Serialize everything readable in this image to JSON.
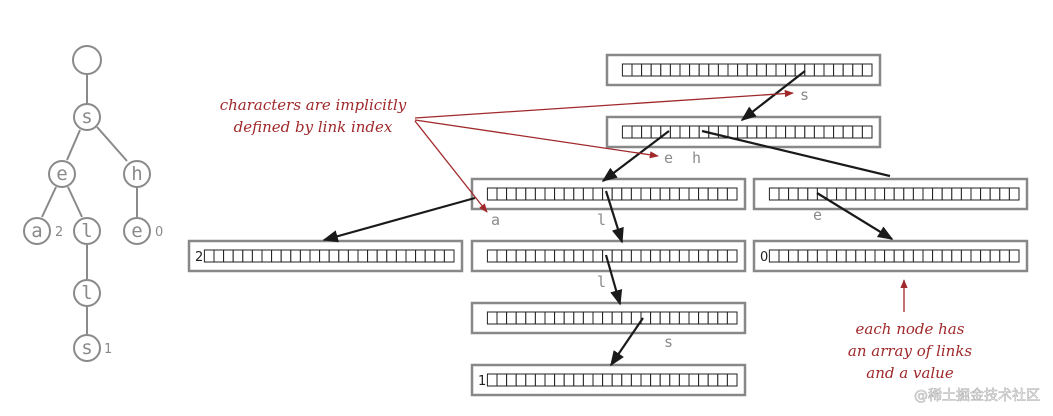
{
  "tree": {
    "nodes": [
      {
        "id": "root",
        "label": "",
        "value": ""
      },
      {
        "id": "s",
        "label": "s",
        "value": ""
      },
      {
        "id": "e",
        "label": "e",
        "value": ""
      },
      {
        "id": "h",
        "label": "h",
        "value": ""
      },
      {
        "id": "a",
        "label": "a",
        "value": "2"
      },
      {
        "id": "l1",
        "label": "l",
        "value": ""
      },
      {
        "id": "e2",
        "label": "e",
        "value": "0"
      },
      {
        "id": "l2",
        "label": "l",
        "value": ""
      },
      {
        "id": "s2",
        "label": "s",
        "value": "1"
      }
    ]
  },
  "trie_nodes": [
    {
      "id": "n0",
      "value": ""
    },
    {
      "id": "n1",
      "value": ""
    },
    {
      "id": "n2",
      "value": ""
    },
    {
      "id": "n3",
      "value": ""
    },
    {
      "id": "n4",
      "value": "2"
    },
    {
      "id": "n5",
      "value": ""
    },
    {
      "id": "n6",
      "value": "0"
    },
    {
      "id": "n7",
      "value": ""
    },
    {
      "id": "n8",
      "value": "1"
    }
  ],
  "link_labels": [
    "s",
    "e",
    "h",
    "a",
    "l",
    "e",
    "l",
    "s"
  ],
  "annotations": {
    "implicit_line1": "characters are implicitly",
    "implicit_line2": "defined by link index",
    "links_line1": "each node has",
    "links_line2": "an array of links",
    "links_line3": "and a value"
  },
  "watermark": "@稀土掘金技术社区",
  "colors": {
    "annotation": "#a0292b",
    "tree": "#8a8a8a",
    "box_border": "#888888",
    "arrow": "#1a1a1a"
  }
}
